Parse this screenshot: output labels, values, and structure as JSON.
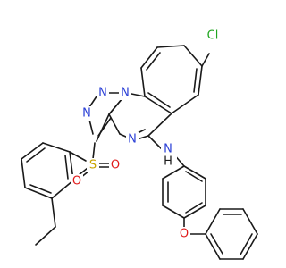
{
  "molecule": {
    "colors": {
      "bond": "#1a1a1a",
      "C": "#1a1a1a",
      "N": "#2a3fd6",
      "O": "#e01a1a",
      "S": "#c9a400",
      "Cl": "#1fa51f"
    },
    "atom_labels": {
      "chlorine": "Cl",
      "triazole_n1": "N",
      "triazole_n2": "N",
      "triazole_n3": "N",
      "pyrimidine_n": "N",
      "amine_n": "N",
      "amine_h": "H",
      "sulfur": "S",
      "sulfonyl_o1": "O",
      "sulfonyl_o2": "O",
      "ether_o": "O"
    }
  }
}
